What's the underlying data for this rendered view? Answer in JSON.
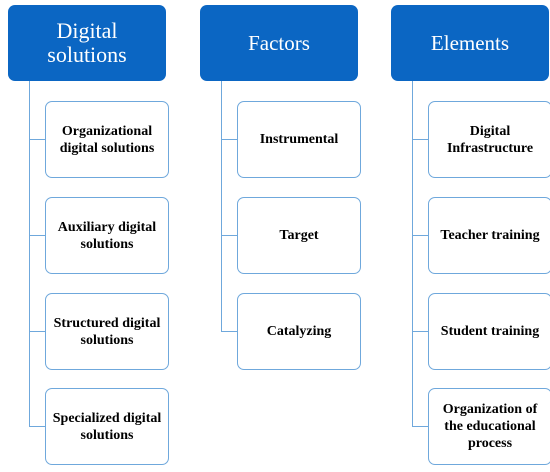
{
  "diagram": {
    "columns": [
      {
        "title": "Digital solutions",
        "children": [
          "Organizational digital solutions",
          "Auxiliary digital solutions",
          "Structured digital solutions",
          "Specialized digital solutions"
        ]
      },
      {
        "title": "Factors",
        "children": [
          "Instrumental",
          "Target",
          "Catalyzing"
        ]
      },
      {
        "title": "Elements",
        "children": [
          "Digital Infrastructure",
          "Teacher training",
          "Student training",
          "Organization of the educational process"
        ]
      }
    ]
  },
  "colors": {
    "header_fill": "#0b66c3",
    "connector": "#6fa8dc",
    "child_border": "#6fa8dc"
  }
}
